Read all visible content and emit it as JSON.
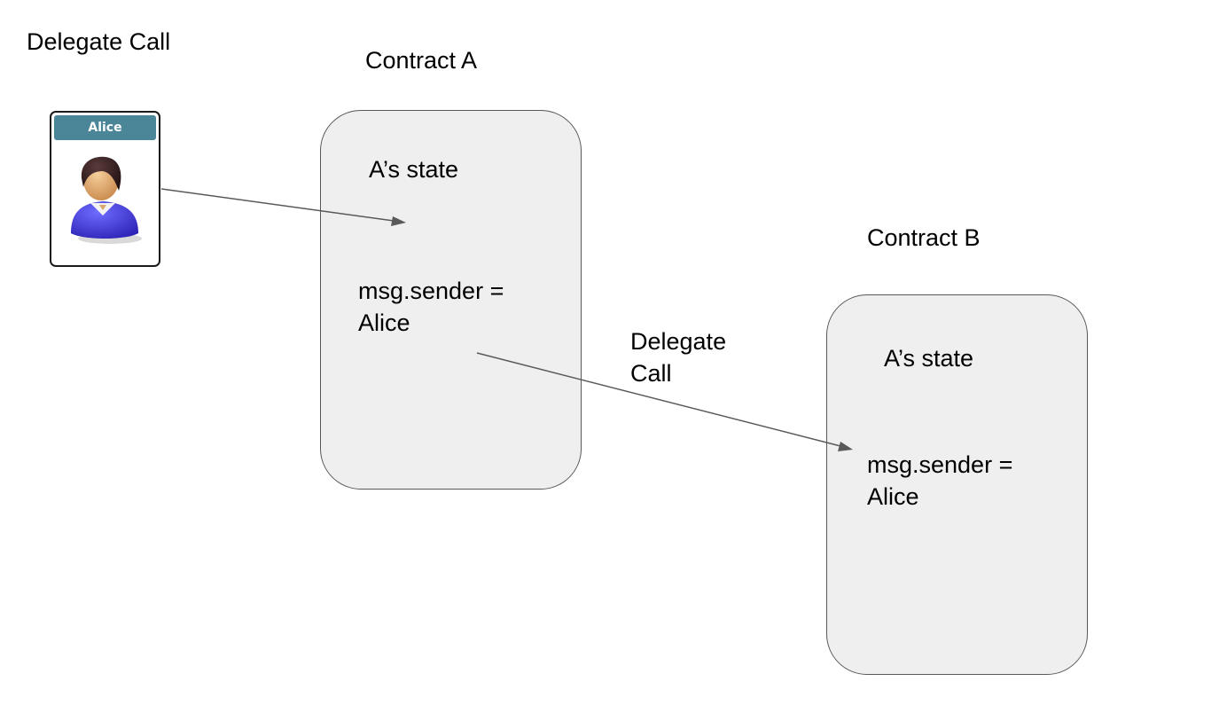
{
  "title": "Delegate Call",
  "user": {
    "name": "Alice",
    "icon": "user-avatar-icon"
  },
  "contract_a": {
    "label": "Contract A",
    "state_text": "A’s state",
    "sender_text": "msg.sender =\nAlice"
  },
  "contract_b": {
    "label": "Contract B",
    "state_text": "A’s state",
    "sender_text": "msg.sender =\nAlice"
  },
  "delegate_call_label": "Delegate\nCall",
  "colors": {
    "box_fill": "#efefef",
    "box_border": "#595959",
    "card_header": "#4a8598",
    "arrow": "#595959"
  }
}
